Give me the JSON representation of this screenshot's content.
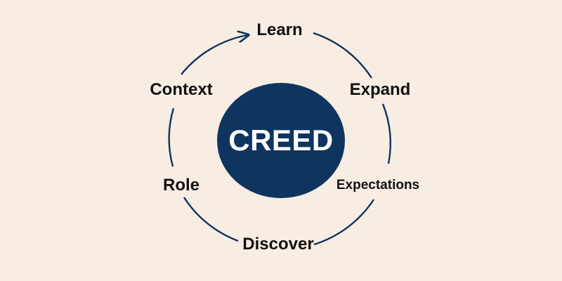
{
  "diagram": {
    "center_label": "CREED",
    "nodes": [
      {
        "id": "learn",
        "label": "Learn"
      },
      {
        "id": "expand",
        "label": "Expand"
      },
      {
        "id": "expectations",
        "label": "Expectations"
      },
      {
        "id": "discover",
        "label": "Discover"
      },
      {
        "id": "role",
        "label": "Role"
      },
      {
        "id": "context",
        "label": "Context"
      }
    ],
    "colors": {
      "background": "#f7ede2",
      "accent": "#0f3460",
      "text": "#111111"
    }
  }
}
